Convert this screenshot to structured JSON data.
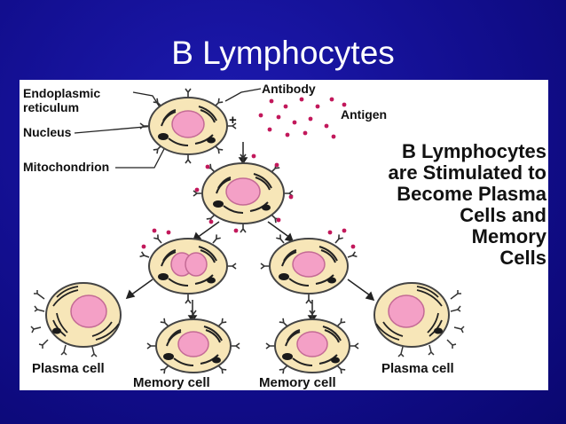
{
  "slide": {
    "title": "B Lymphocytes"
  },
  "diagram": {
    "labels": {
      "endoplasmic_reticulum_1": "Endoplasmic",
      "endoplasmic_reticulum_2": "reticulum",
      "nucleus": "Nucleus",
      "mitochondrion": "Mitochondrion",
      "antibody": "Antibody",
      "antigen": "Antigen",
      "plus": "+",
      "plasma_cell_left": "Plasma cell",
      "plasma_cell_right": "Plasma cell",
      "memory_cell_left": "Memory cell",
      "memory_cell_right": "Memory cell"
    },
    "headline_lines": [
      "B Lymphocytes",
      "are Stimulated to",
      "Become Plasma",
      "Cells and",
      "Memory",
      "Cells"
    ],
    "colors": {
      "cytoplasm": "#f7e6b8",
      "cell_outline": "#444444",
      "nucleus": "#f4a0c6",
      "nucleus_core": "#f9c8de",
      "antigen": "#c2185b",
      "organelle": "#1a1a1a"
    }
  }
}
